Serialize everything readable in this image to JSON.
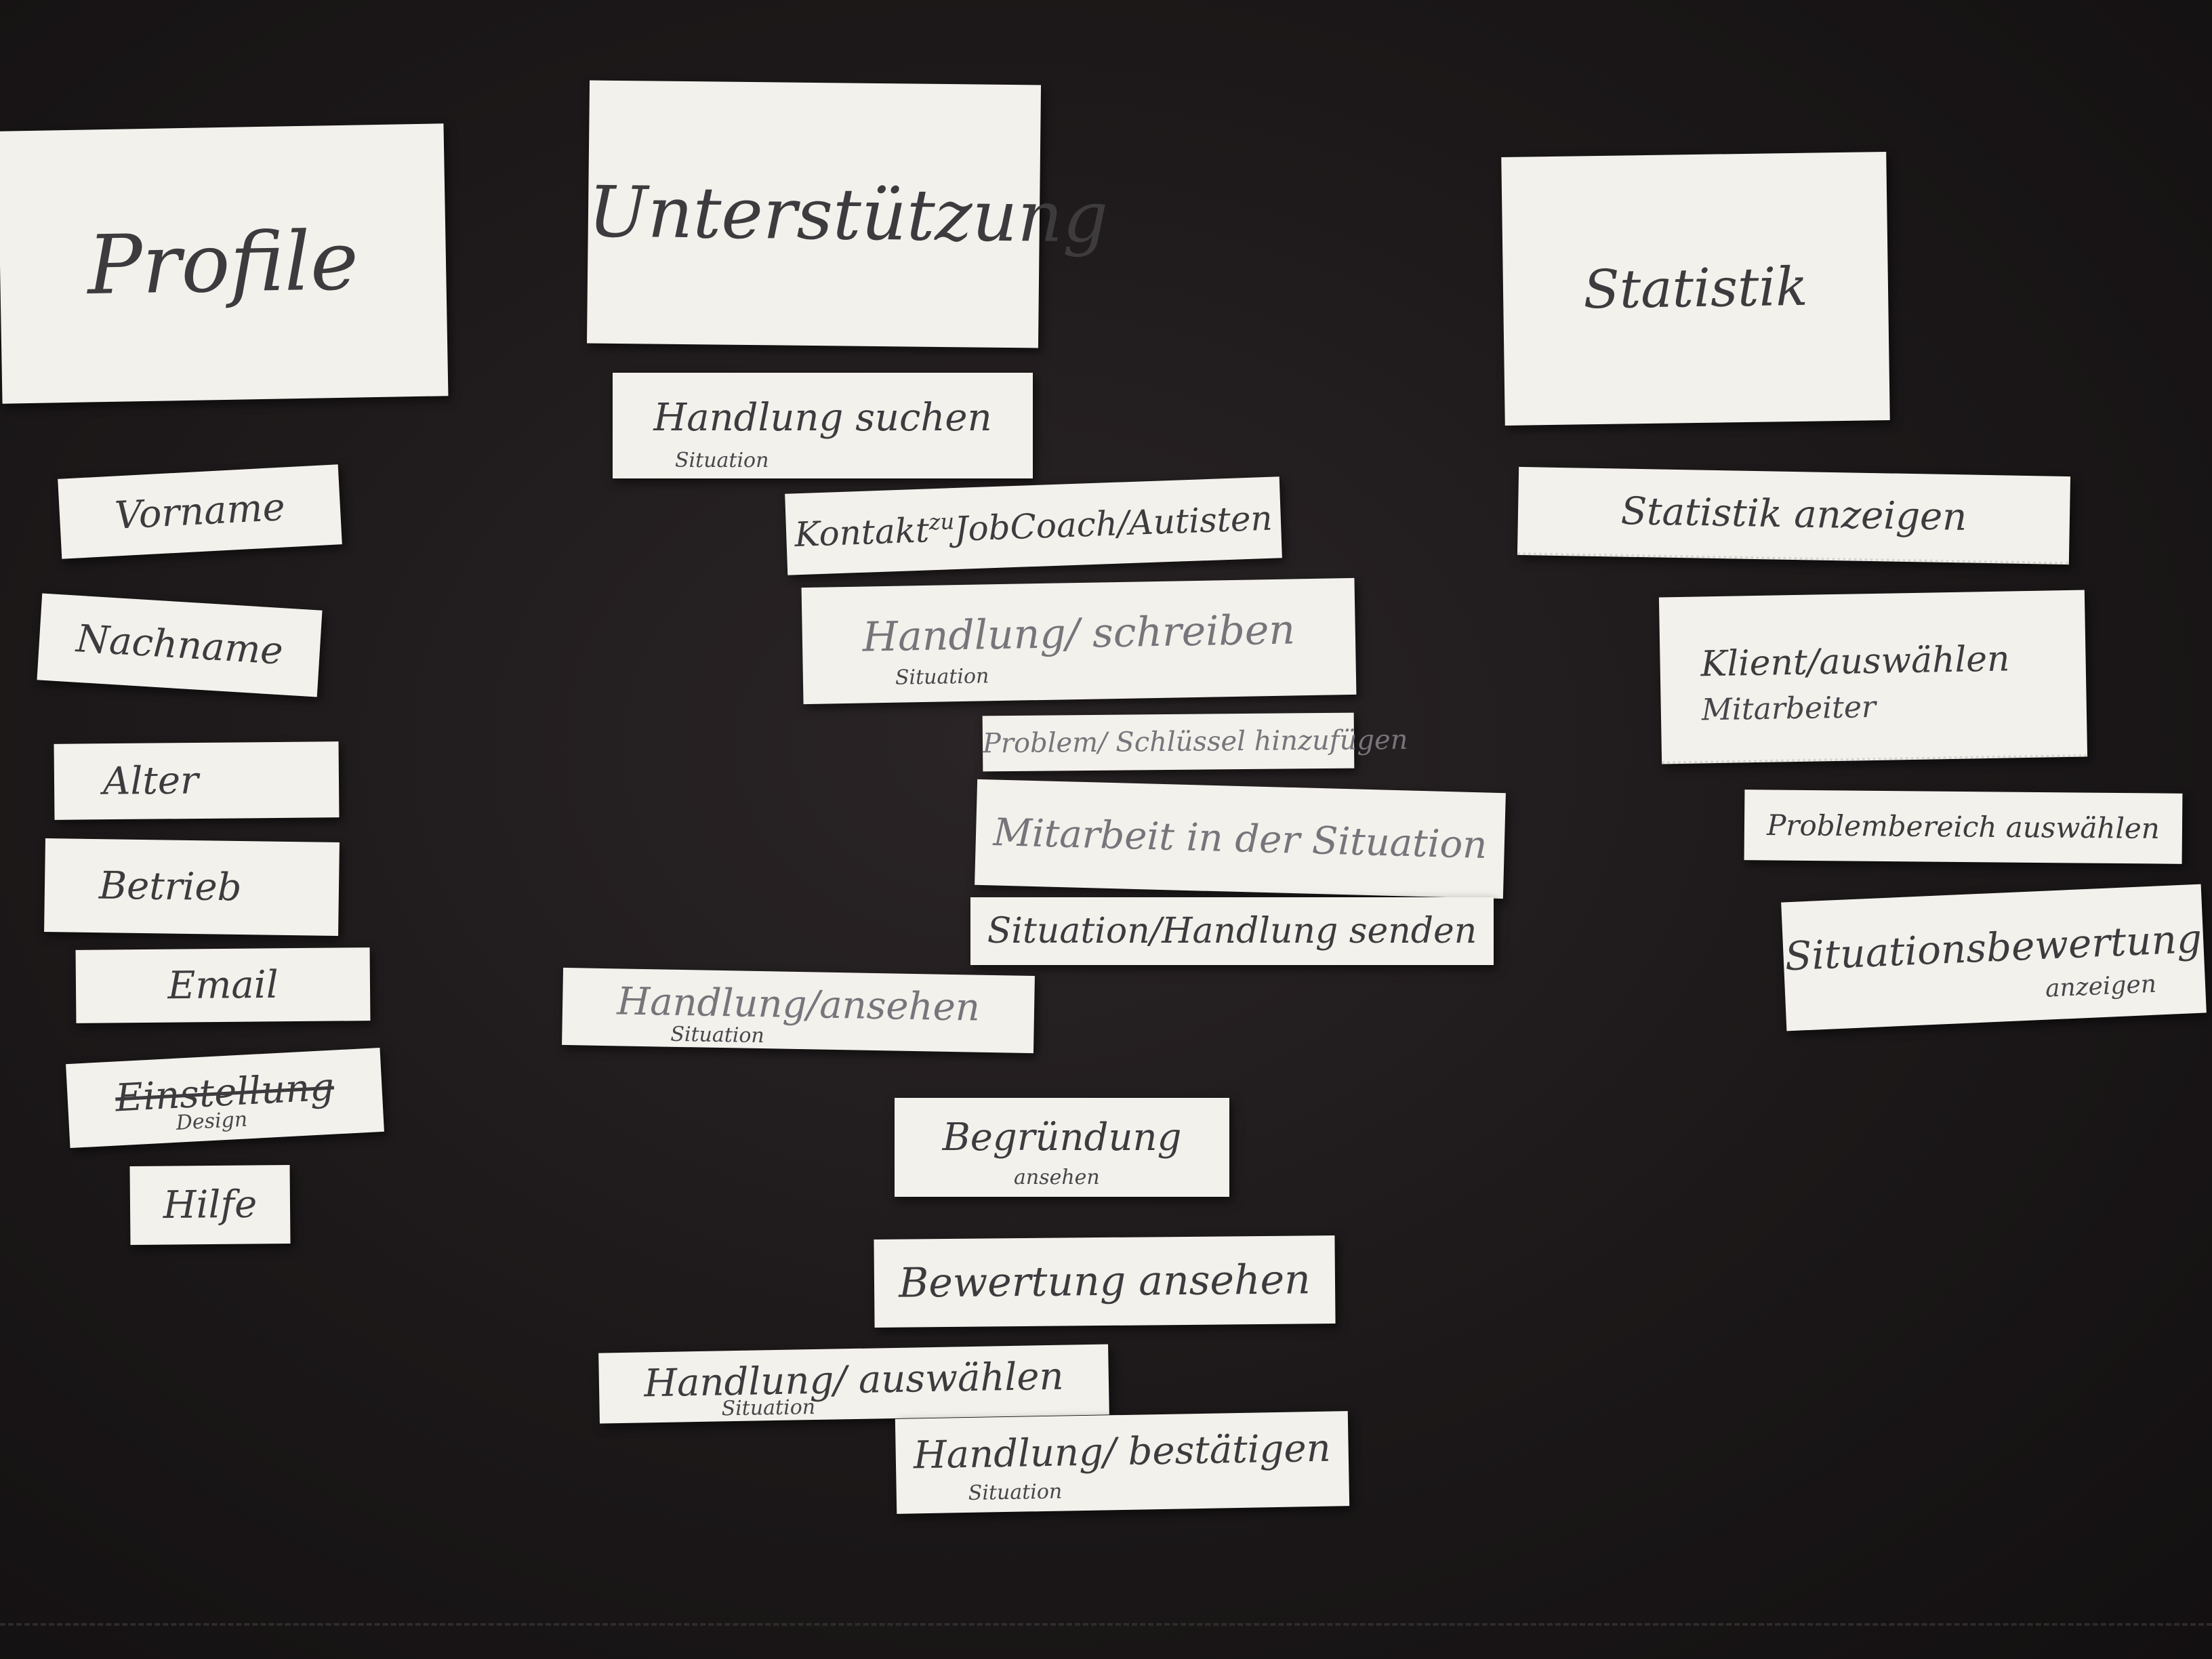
{
  "headers": {
    "profile": "Profile",
    "support": "Unterstützung",
    "stats": "Statistik"
  },
  "profile_items": {
    "vorname": "Vorname",
    "nachname": "Nachname",
    "alter": "Alter",
    "betrieb": "Betrieb",
    "email": "Email",
    "einstellung": "Einstellung",
    "einstellung_note": "Design",
    "hilfe": "Hilfe"
  },
  "support_items": {
    "suchen_main": "Handlung suchen",
    "suchen_note": "Situation",
    "kontakt_pre": "Kontakt",
    "kontakt_sup": "zu",
    "kontakt_post": "JobCoach/Autisten",
    "schreiben_main": "Handlung/ schreiben",
    "schreiben_note": "Situation",
    "problem": "Problem/ Schlüssel hinzufügen",
    "mitarbeit": "Mitarbeit in der Situation",
    "senden": "Situation/Handlung senden",
    "ansehen_main": "Handlung/ansehen",
    "ansehen_note": "Situation",
    "begruendung": "Begründung",
    "begruendung_note": "ansehen",
    "bewertung": "Bewertung ansehen",
    "auswaehlen_main": "Handlung/ auswählen",
    "auswaehlen_note": "Situation",
    "bestaetigen_main": "Handlung/ bestätigen",
    "bestaetigen_note": "Situation"
  },
  "stats_items": {
    "anzeigen": "Statistik anzeigen",
    "klient": "Klient/auswählen",
    "klient_note": "Mitarbeiter",
    "problembereich": "Problembereich auswählen",
    "situationsbewertung": "Situationsbewertung",
    "situationsbewertung_note": "anzeigen"
  },
  "colors": {
    "paper": "#f2f1ec",
    "ink": "#3d3b3d",
    "background": "#1c1819"
  }
}
